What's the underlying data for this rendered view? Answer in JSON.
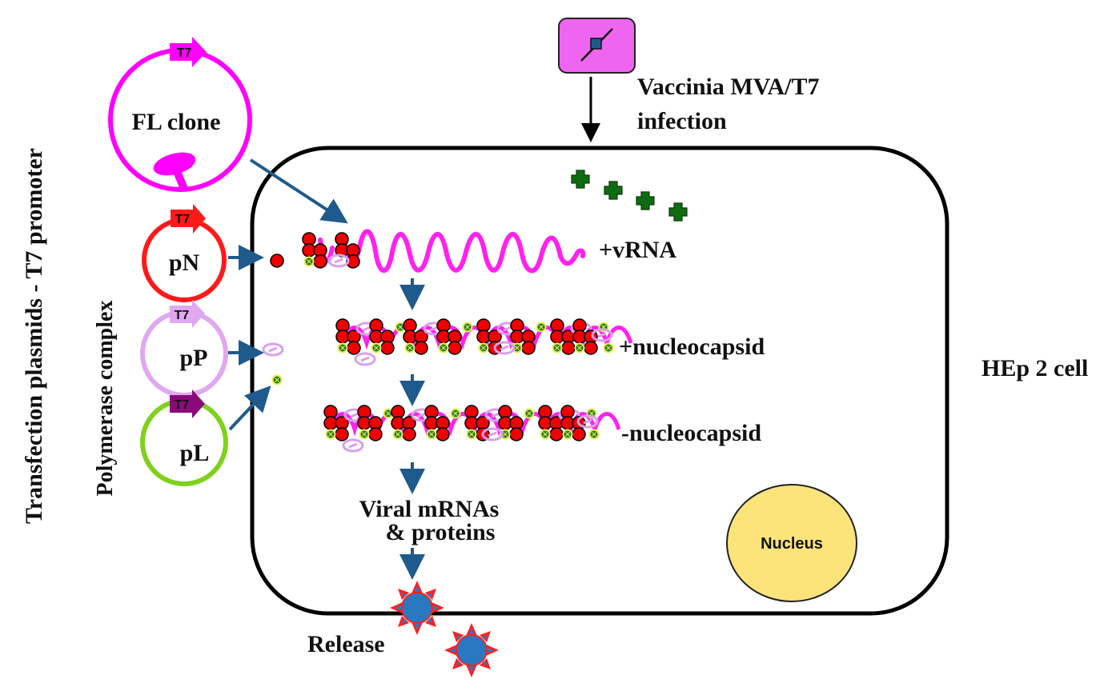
{
  "title": "Reverse genetics rescue system schematic",
  "colors": {
    "fl_clone": "#ff00ff",
    "pN": "#ff1a1a",
    "pP": "#e0a8f0",
    "pL": "#7fd11b",
    "pL_promoter": "#8b0a7a",
    "arrow_blue": "#1f5a8c",
    "cell_border": "#000000",
    "vaccinia_box": "#ee66f0",
    "vaccinia_core": "#1f5a8c",
    "t7_protein": "#0f6b12",
    "n_protein": "#ee0000",
    "p_protein": "#d9a0ee",
    "l_protein_ring": "#eeee44",
    "l_protein_core": "#1c7a3a",
    "rna": "#ff22ee",
    "nucleus": "#fde47a",
    "virion_core": "#2a78c0",
    "virion_spikes": "#ff2020"
  },
  "labels": {
    "side_title": "Transfection plasmids - T7 promoter",
    "polymerase_complex": "Polymerase complex",
    "fl_clone": "FL clone",
    "pN": "pN",
    "pP": "pP",
    "pL": "pL",
    "t7": "T7",
    "vaccinia_line1": "Vaccinia MVA/T7",
    "vaccinia_line2": "infection",
    "vrna": "+vRNA",
    "pos_nucleocapsid": "+nucleocapsid",
    "neg_nucleocapsid": "-nucleocapsid",
    "mrna_line1": "Viral mRNAs",
    "mrna_line2": "& proteins",
    "release": "Release",
    "nucleus": "Nucleus",
    "cell": "HEp 2 cell"
  },
  "plasmids": [
    {
      "id": "fl_clone",
      "label": "FL clone",
      "promoter": "T7"
    },
    {
      "id": "pN",
      "label": "pN",
      "promoter": "T7",
      "product": "N protein"
    },
    {
      "id": "pP",
      "label": "pP",
      "promoter": "T7",
      "product": "P protein"
    },
    {
      "id": "pL",
      "label": "pL",
      "promoter": "T7",
      "product": "L protein"
    }
  ],
  "t7_polymerase_count": 4,
  "virion_count": 2
}
